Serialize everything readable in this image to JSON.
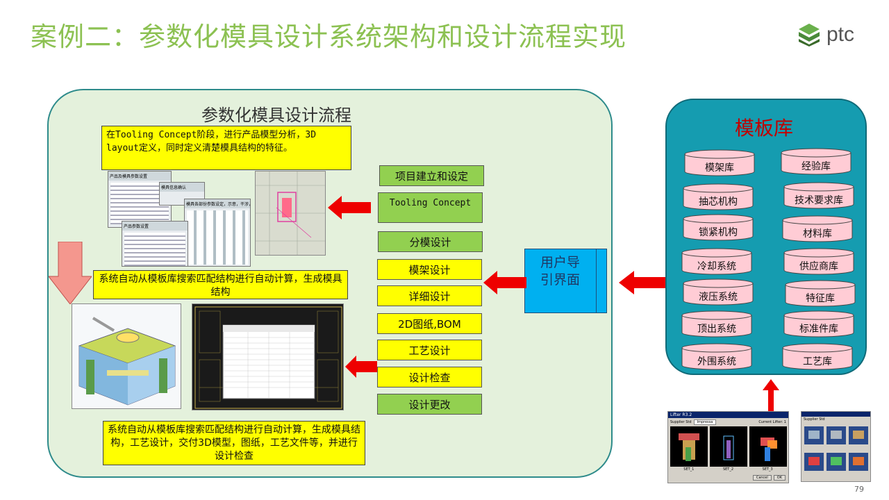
{
  "title": "案例二：参数化模具设计系统架构和设计流程实现",
  "logo": {
    "text": "ptc"
  },
  "flow": {
    "title": "参数化模具设计流程",
    "note1": "在Tooling Concept阶段，进行产品模型分析，3D layout定义，同时定义清楚模具结构的特征。",
    "note2": "系统自动从模板库搜索匹配结构进行自动计算，生成模具结构",
    "note3": "系统自动从模板库搜索匹配结构进行自动计算，生成模具结构，工艺设计，交付3D模型，图纸，工艺文件等，并进行设计检查",
    "steps": [
      {
        "label": "项目建立和设定",
        "color": "green"
      },
      {
        "label": "Tooling Concept",
        "color": "green"
      },
      {
        "label": "分模设计",
        "color": "green"
      },
      {
        "label": "模架设计",
        "color": "yellow"
      },
      {
        "label": "详细设计",
        "color": "yellow"
      },
      {
        "label": "2D图纸,BOM",
        "color": "yellow"
      },
      {
        "label": "工艺设计",
        "color": "yellow"
      },
      {
        "label": "设计检查",
        "color": "yellow"
      },
      {
        "label": "设计更改",
        "color": "green"
      }
    ],
    "screens": {
      "form_titles": [
        "产品及模具参数设置",
        "模具信息确认",
        "模具各部份参数设定，示意，干涉，尺寸等",
        "产品参数设置"
      ]
    }
  },
  "user_interface": {
    "line1": "用户导",
    "line2": "引界面"
  },
  "library": {
    "title": "模板库",
    "items": [
      "模架库",
      "经验库",
      "抽芯机构",
      "技术要求库",
      "锁紧机构",
      "材料库",
      "冷却系统",
      "供应商库",
      "液压系统",
      "特征库",
      "顶出系统",
      "标准件库",
      "外围系统",
      "工艺库"
    ]
  },
  "dialogs": {
    "lifter": {
      "title": "Lifter R3.2",
      "supplier_label": "Supplier Std",
      "supplier_value": "Impressa",
      "current_label": "Current Lifter: 1",
      "sets": [
        "SET_1",
        "SET_2",
        "SET_3"
      ],
      "cancel": "Cancel",
      "ok": "OK"
    },
    "supplier": {
      "title": "Supplier Std"
    }
  },
  "page_number": "79",
  "colors": {
    "title": "#8cc152",
    "green_step": "#92d050",
    "yellow_step": "#ffff00",
    "arrow": "#ee0000",
    "library_bg": "#159cb0",
    "cylinder": "#ffccd5",
    "ui_box": "#00b0f0"
  }
}
